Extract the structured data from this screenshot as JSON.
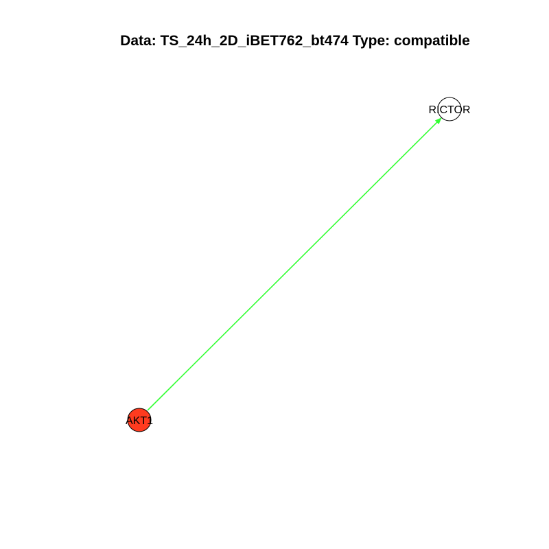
{
  "title": "Data: TS_24h_2D_iBET762_bt474 Type: compatible",
  "colors": {
    "edge": "#33ff33",
    "source_node_fill": "#ff3b1f",
    "target_node_fill": "#ffffff",
    "node_stroke": "#000000"
  },
  "nodes": [
    {
      "id": "AKT1",
      "label": "AKT1"
    },
    {
      "id": "RICTOR",
      "label": "RICTOR"
    }
  ],
  "edges": [
    {
      "from": "AKT1",
      "to": "RICTOR",
      "directed": true
    }
  ]
}
